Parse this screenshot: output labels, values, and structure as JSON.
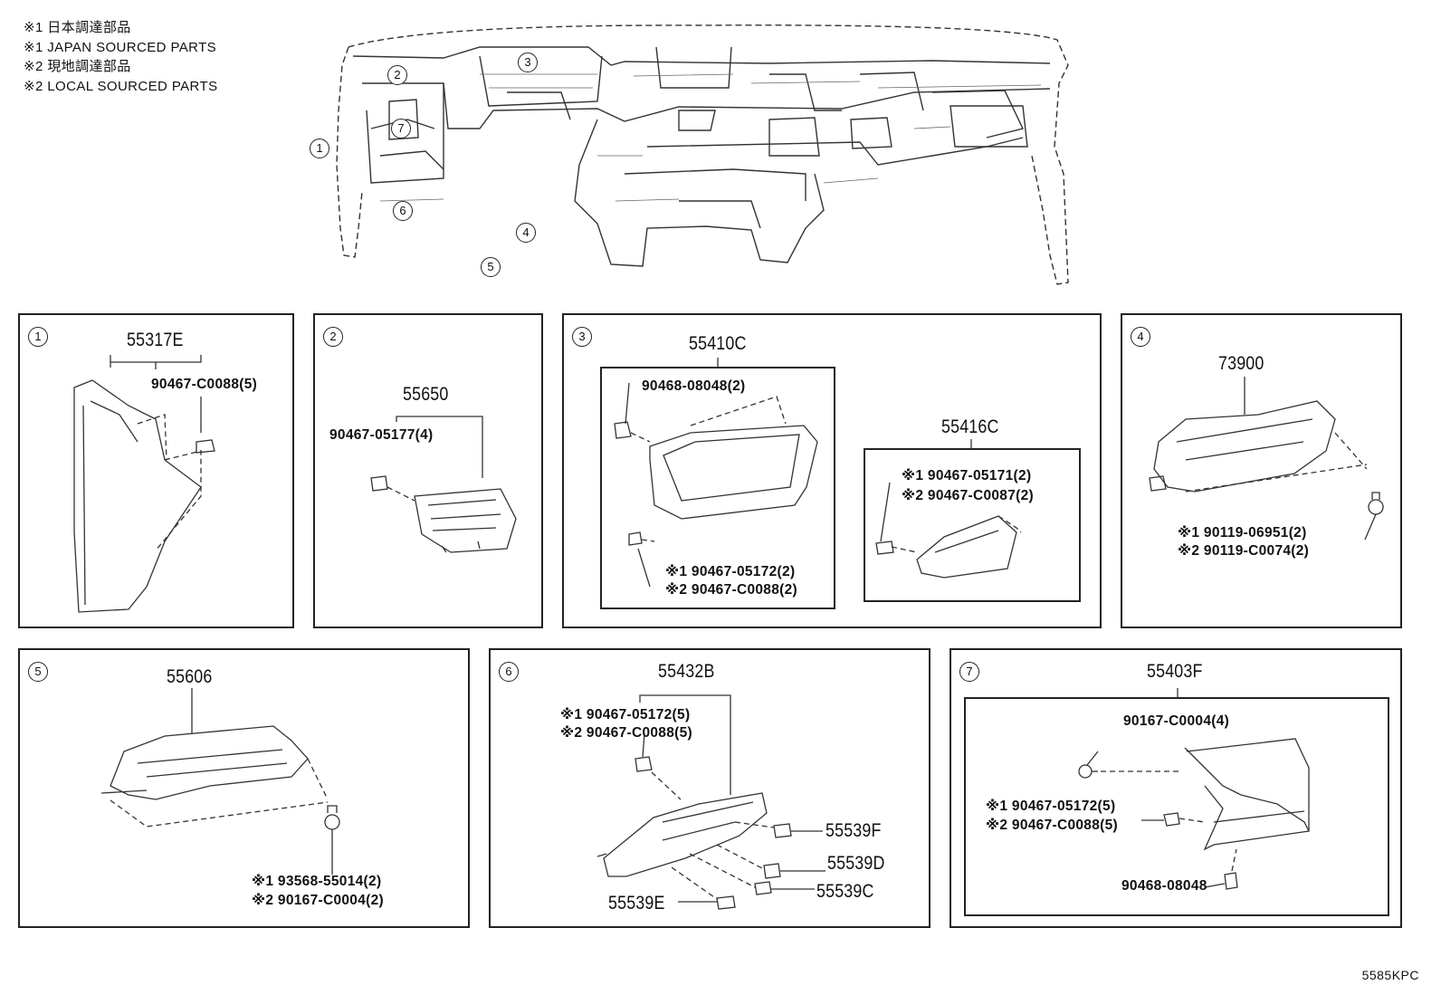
{
  "notes": [
    "※1 日本調達部品",
    "※1 JAPAN SOURCED PARTS",
    "※2 現地調達部品",
    "※2 LOCAL SOURCED PARTS"
  ],
  "overview": {
    "callouts": [
      "1",
      "2",
      "3",
      "4",
      "5",
      "6",
      "7"
    ]
  },
  "panels": {
    "p1": {
      "number": "1",
      "main": "55317E",
      "part_a": "90467-C0088(5)"
    },
    "p2": {
      "number": "2",
      "main": "55650",
      "part_a": "90467-05177(4)"
    },
    "p3": {
      "number": "3",
      "main_left": "55410C",
      "main_right": "55416C",
      "l_top": "90468-08048(2)",
      "l_b1": "※1 90467-05172(2)",
      "l_b2": "※2 90467-C0088(2)",
      "r_1": "※1 90467-05171(2)",
      "r_2": "※2 90467-C0087(2)"
    },
    "p4": {
      "number": "4",
      "main": "73900",
      "b1": "※1 90119-06951(2)",
      "b2": "※2 90119-C0074(2)"
    },
    "p5": {
      "number": "5",
      "main": "55606",
      "b1": "※1 93568-55014(2)",
      "b2": "※2 90167-C0004(2)"
    },
    "p6": {
      "number": "6",
      "main": "55432B",
      "t1": "※1 90467-05172(5)",
      "t2": "※2 90467-C0088(5)",
      "f": "55539F",
      "d": "55539D",
      "c": "55539C",
      "e": "55539E"
    },
    "p7": {
      "number": "7",
      "main": "55403F",
      "t": "90167-C0004(4)",
      "m1": "※1 90467-05172(5)",
      "m2": "※2 90467-C0088(5)",
      "b": "90468-08048"
    }
  },
  "diagram_code": "5585KPC"
}
